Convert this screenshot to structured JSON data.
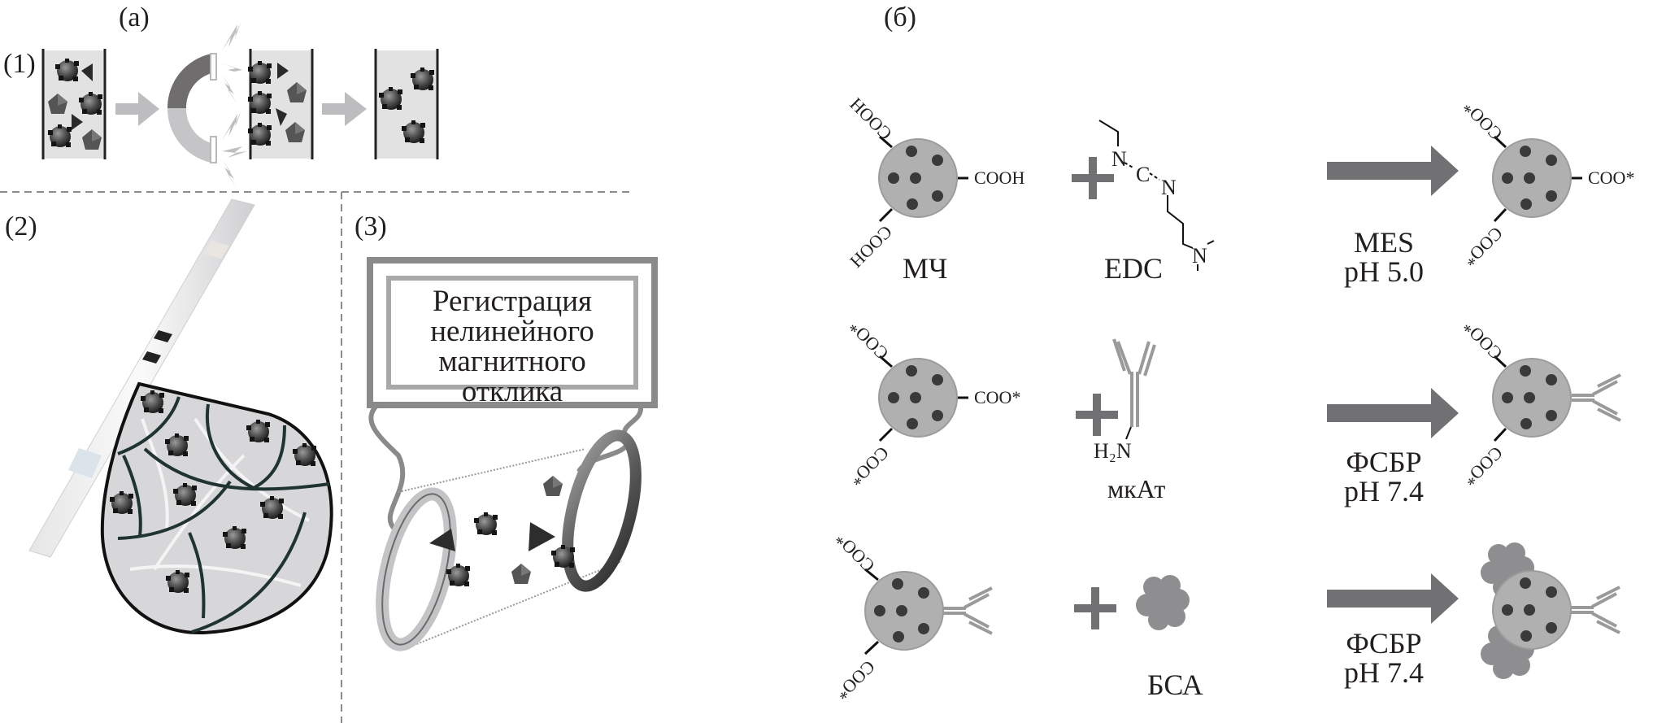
{
  "panel_a": {
    "label": "(a)",
    "step1_label": "(1)",
    "step2_label": "(2)",
    "step3_label": "(3)",
    "step3_box_lines": [
      "Регистрация",
      "нелинейного",
      "магнитного",
      "отклика"
    ],
    "icons": [
      "cuvette-with-particles",
      "magnet-icon",
      "lightning-icon",
      "test-strip",
      "magnifier-bubble",
      "coil-cylinder"
    ]
  },
  "panel_b": {
    "label": "(б)",
    "group_cooh": "COOH",
    "group_coo_star": "COO*",
    "amine": "H₂N",
    "edc_atoms": {
      "n1": "N",
      "c": "C",
      "n2": "N",
      "n3": "N"
    },
    "rows": [
      {
        "reactant": "МЧ",
        "reagent": "EDC",
        "buffer": "MES",
        "ph": "pH 5.0"
      },
      {
        "reactant": "",
        "reagent": "мкАт",
        "buffer": "ФСБР",
        "ph": "pH 7.4"
      },
      {
        "reactant": "",
        "reagent": "БСА",
        "buffer": "ФСБР",
        "ph": "pH 7.4"
      }
    ],
    "plus": "+",
    "colors": {
      "particle": "#b0b0b0",
      "core": "#3a3a3a",
      "arrow": "#717174",
      "antibody": "#9a9a9c",
      "bsa": "#8e8e90"
    }
  }
}
